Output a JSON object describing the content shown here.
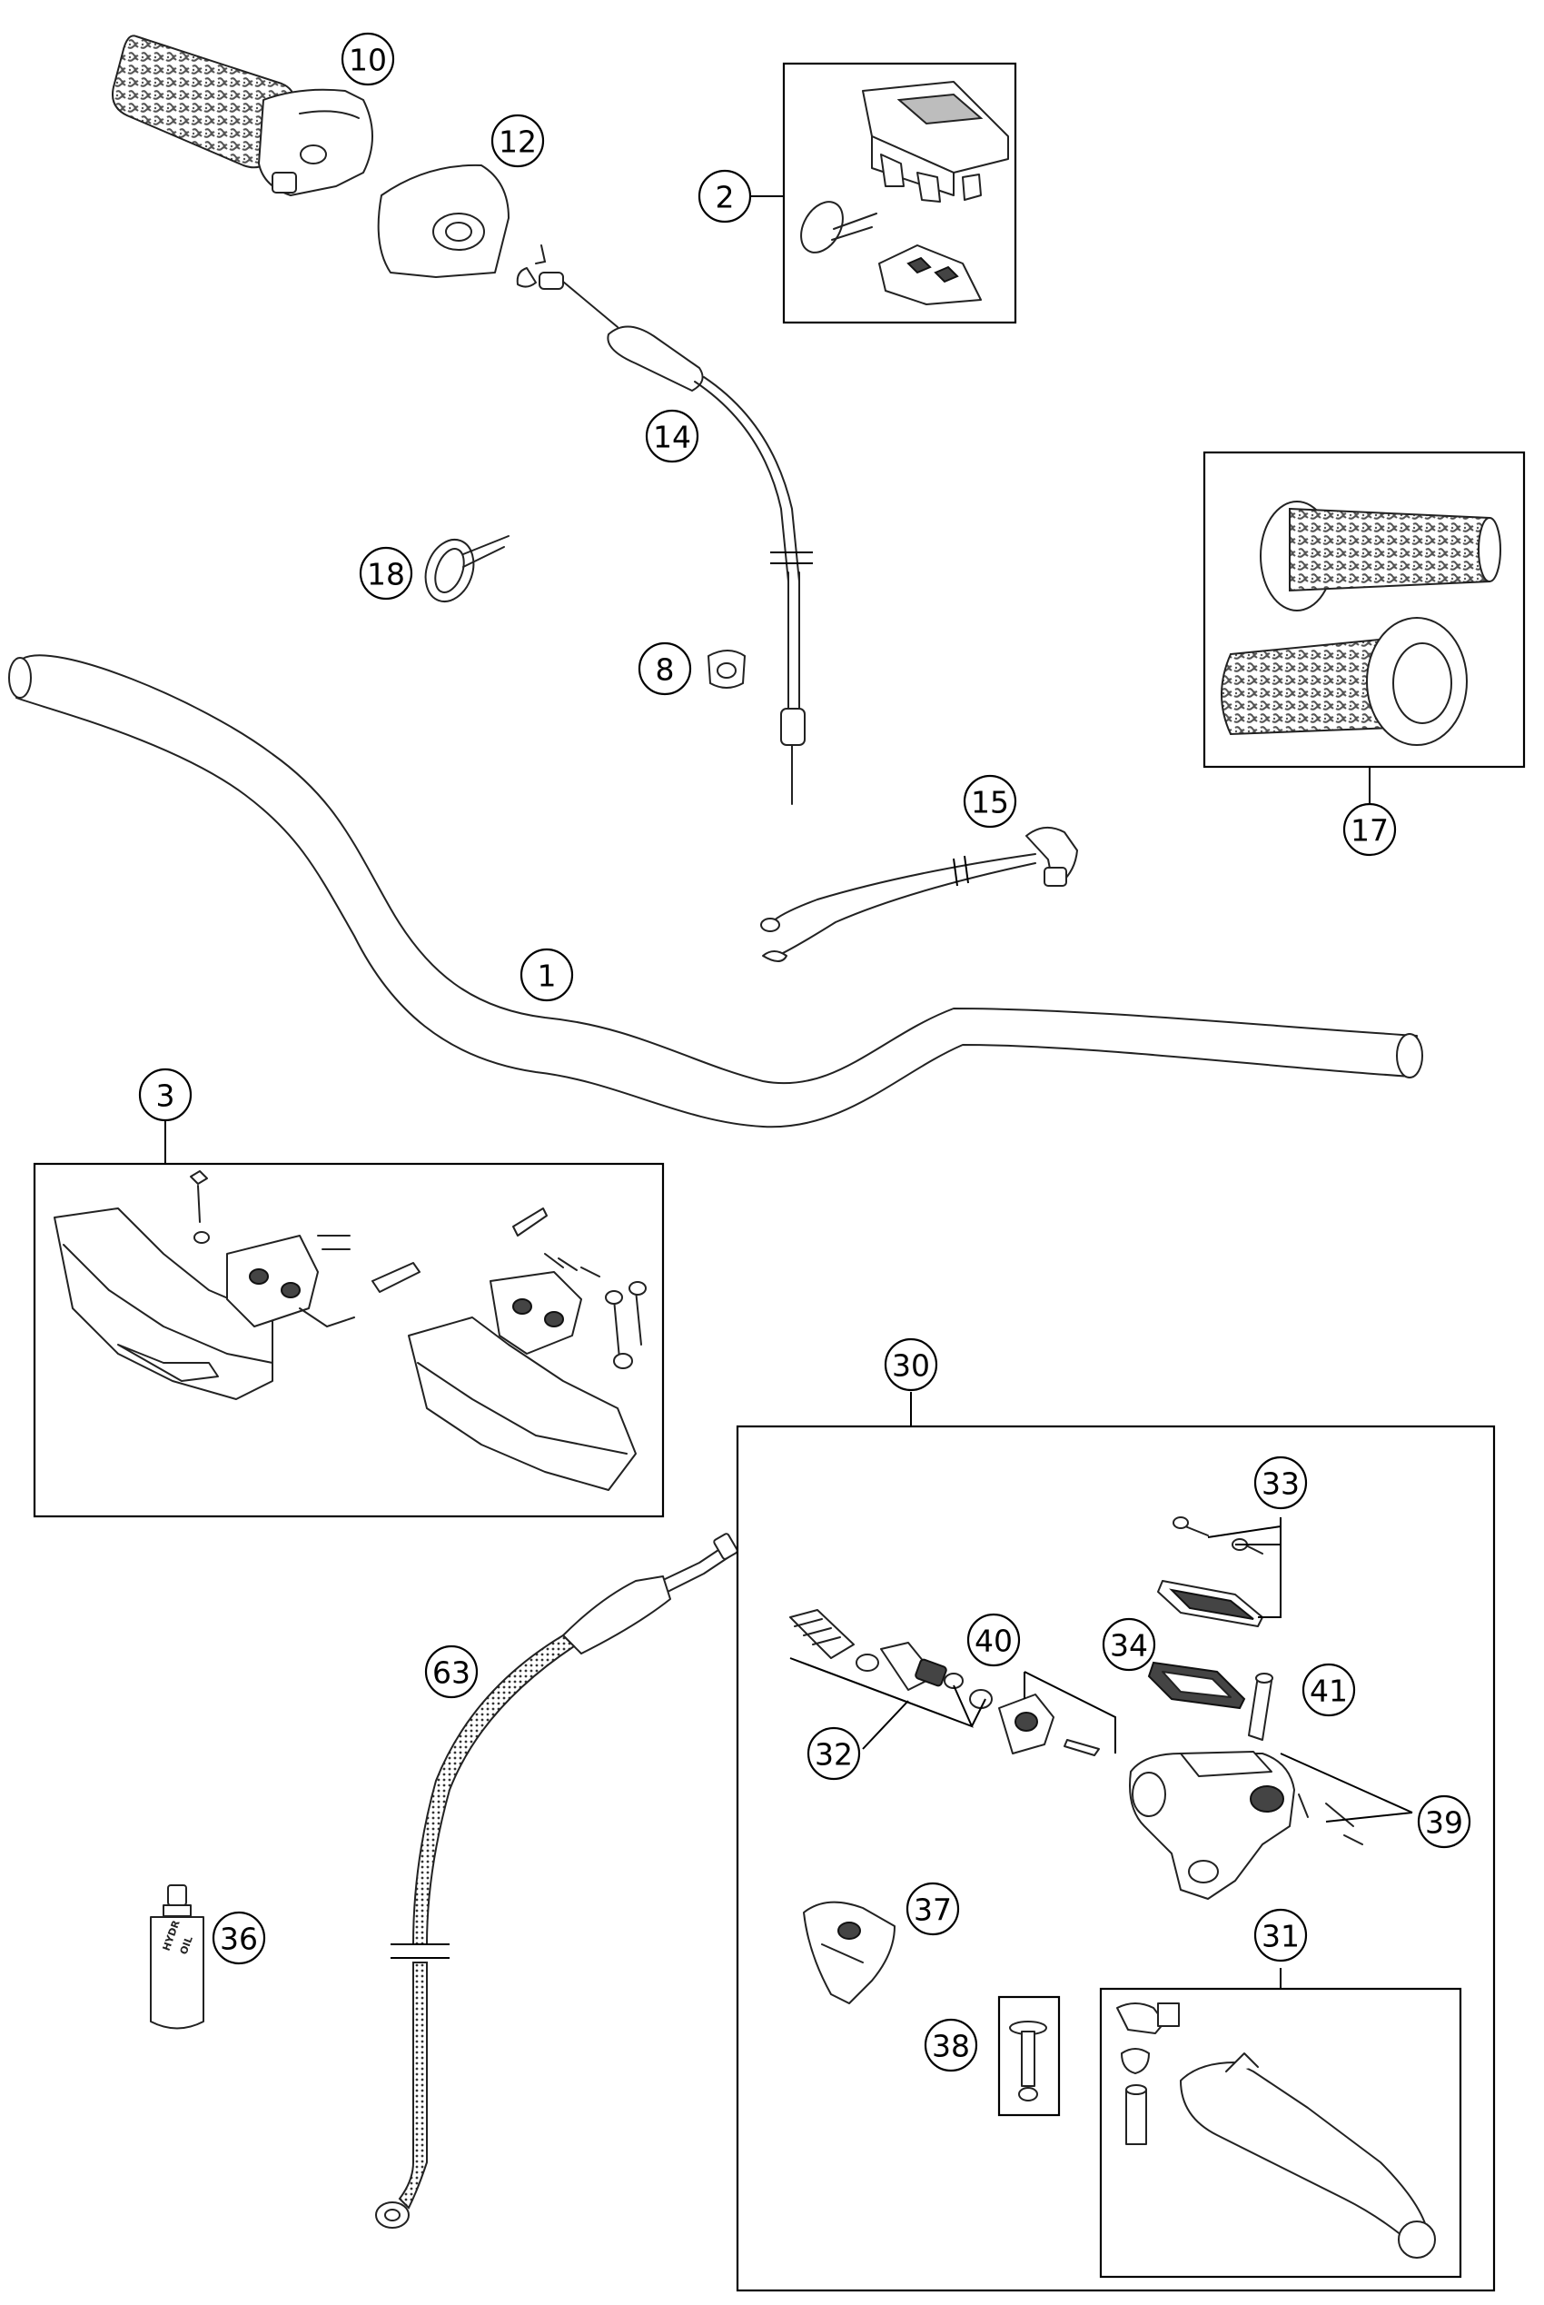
{
  "colors": {
    "line": "#222222",
    "background": "#ffffff",
    "grip_texture": "#555555"
  },
  "callouts": [
    {
      "id": "c10",
      "label": "10"
    },
    {
      "id": "c12",
      "label": "12"
    },
    {
      "id": "c2",
      "label": "2"
    },
    {
      "id": "c14",
      "label": "14"
    },
    {
      "id": "c18",
      "label": "18"
    },
    {
      "id": "c8",
      "label": "8"
    },
    {
      "id": "c17",
      "label": "17"
    },
    {
      "id": "c15",
      "label": "15"
    },
    {
      "id": "c1",
      "label": "1"
    },
    {
      "id": "c3",
      "label": "3"
    },
    {
      "id": "c30",
      "label": "30"
    },
    {
      "id": "c33",
      "label": "33"
    },
    {
      "id": "c63",
      "label": "63"
    },
    {
      "id": "c40",
      "label": "40"
    },
    {
      "id": "c34",
      "label": "34"
    },
    {
      "id": "c41",
      "label": "41"
    },
    {
      "id": "c32",
      "label": "32"
    },
    {
      "id": "c39",
      "label": "39"
    },
    {
      "id": "c37",
      "label": "37"
    },
    {
      "id": "c31",
      "label": "31"
    },
    {
      "id": "c36",
      "label": "36"
    },
    {
      "id": "c38",
      "label": "38"
    }
  ],
  "bottle_label": {
    "line1": "HYDR",
    "line2": "OIL"
  }
}
